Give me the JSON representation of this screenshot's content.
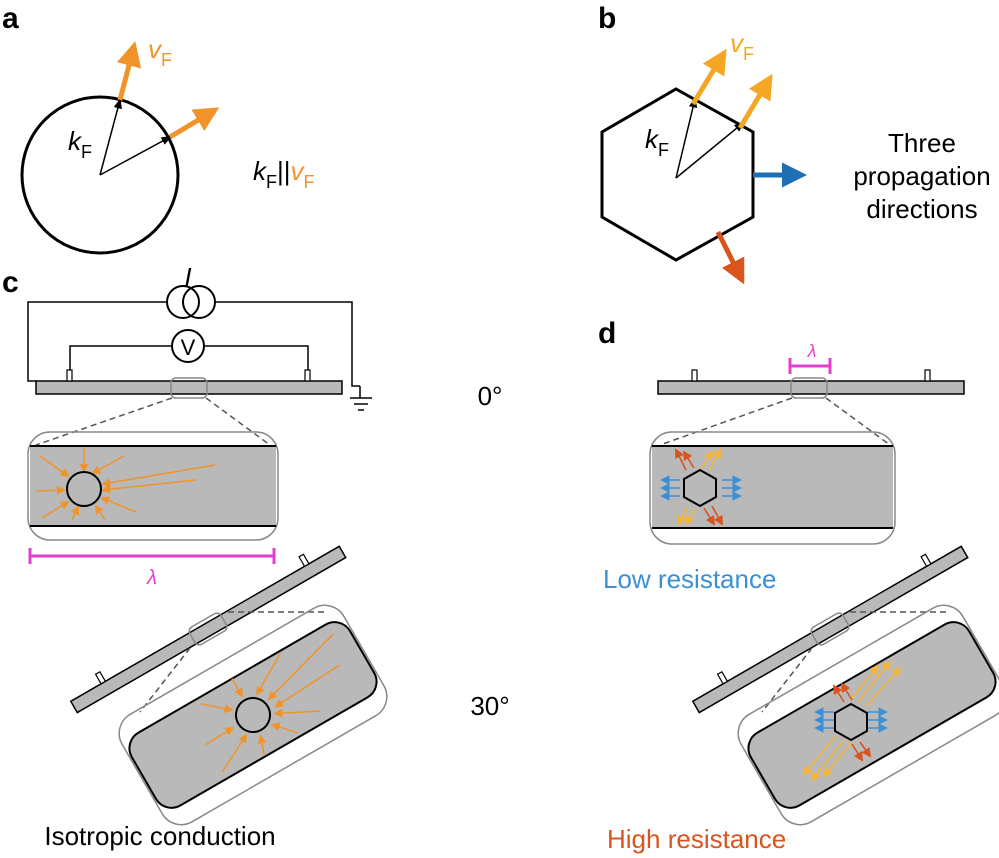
{
  "panels": {
    "a": "a",
    "b": "b",
    "c": "c",
    "d": "d"
  },
  "symbols": {
    "vF_v": "v",
    "vF_sub": "F",
    "kF_k": "k",
    "kF_sub": "F",
    "parallel": "||",
    "current": "I",
    "voltmeter": "V",
    "lambda": "λ"
  },
  "labels": {
    "three_propagation": [
      "Three",
      "propagation",
      "directions"
    ],
    "angle_0": "0°",
    "angle_30": "30°",
    "isotropic": "Isotropic conduction",
    "low_resistance": "Low resistance",
    "high_resistance": "High resistance"
  },
  "colors": {
    "orange": "#f0932b",
    "yellow_orange": "#f5a623",
    "blue": "#1f6fb5",
    "light_blue": "#3a8fd6",
    "red_orange": "#d9541e",
    "magenta": "#e040d0",
    "gray_fill": "#b9b9b9",
    "dark_gray": "#555555",
    "frame_gray": "#888888"
  }
}
